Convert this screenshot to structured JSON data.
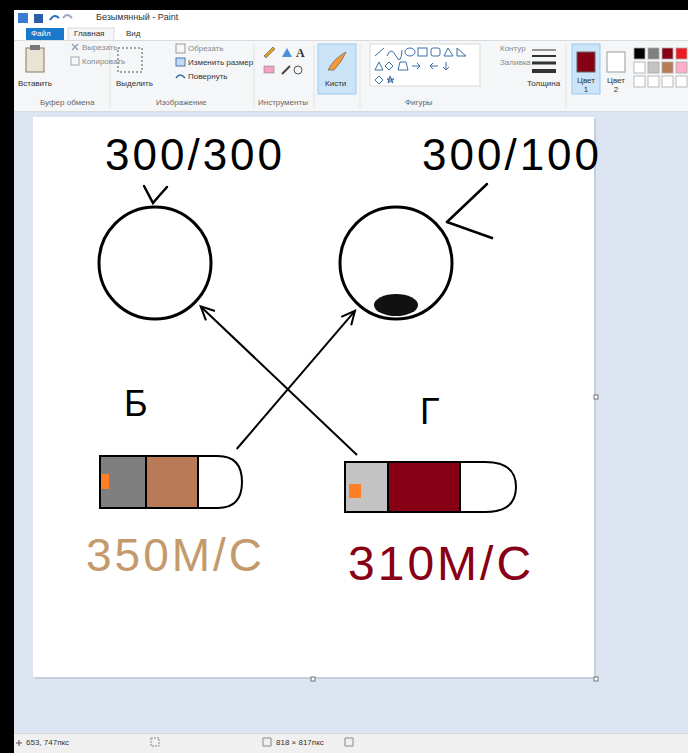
{
  "diagram": {
    "nodes": [
      {
        "text": [
          "300/300"
        ]
      },
      {
        "text": [
          "300/100"
        ]
      },
      {
        "text": [
          "350М/С"
        ]
      },
      {
        "text": [
          "310М/С"
        ]
      }
    ],
    "edges": [
      {
        "from": 2,
        "to": 1,
        "arrow": "to"
      },
      {
        "from": 3,
        "to": 0,
        "arrow": "to"
      }
    ],
    "labels": [
      "Безымянный - Paint",
      "Файл",
      "Главная",
      "Вид",
      "Вставить",
      "Вырезать",
      "Копировать",
      "Буфер обмена",
      "Выделить",
      "Обрезать",
      "Изменить размер",
      "Повернуть",
      "Изображение",
      "Инструменты",
      "Кисти",
      "Фигуры",
      "Контур",
      "Заливка",
      "Толщина",
      "Цвет 1",
      "Цвет 2",
      "653, 747пкс",
      "818 × 817пкс",
      "Б",
      "Г"
    ]
  }
}
